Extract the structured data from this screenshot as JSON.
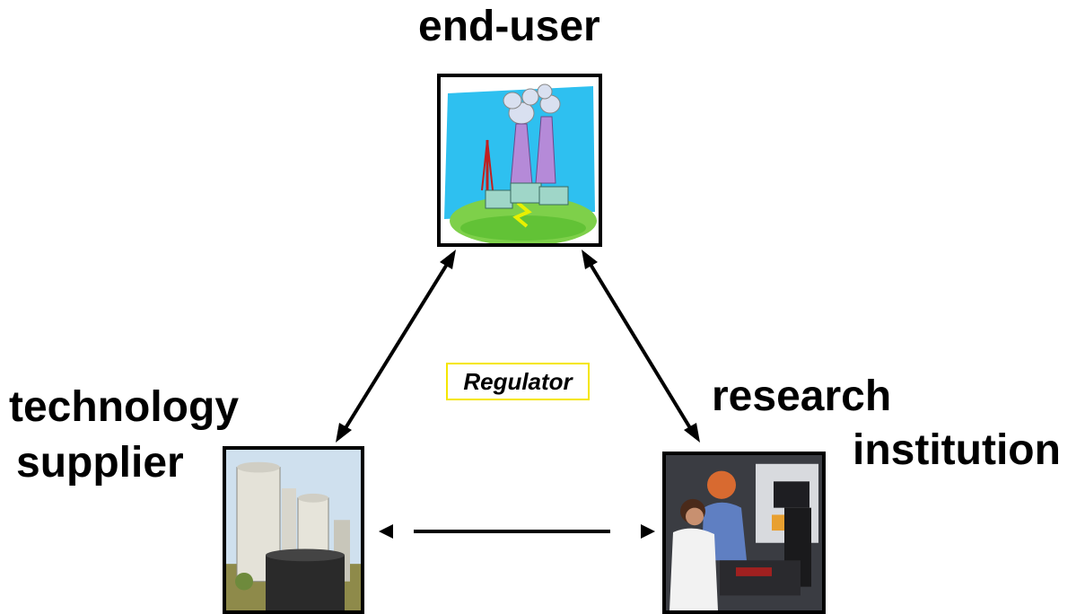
{
  "nodes": {
    "end_user": {
      "label": "end-user"
    },
    "technology_supplier": {
      "line1": "technology",
      "line2": "supplier"
    },
    "research_institution": {
      "line1": "research",
      "line2": "institution"
    }
  },
  "center_label": "Regulator",
  "colors": {
    "arrow": "#000000",
    "regulator_border": "#f5e600"
  },
  "pictures": {
    "end_user": "power-plant-clipart",
    "technology_supplier": "industrial-tanks-photo",
    "research_institution": "laboratory-photo"
  }
}
